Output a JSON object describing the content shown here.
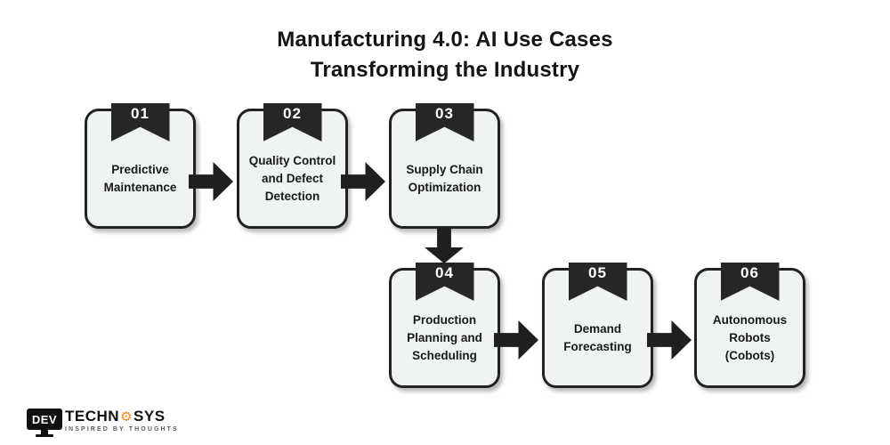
{
  "title": {
    "line1": "Manufacturing 4.0: AI Use Cases",
    "line2": "Transforming the Industry"
  },
  "steps": [
    {
      "number": "01",
      "label": "Predictive Maintenance"
    },
    {
      "number": "02",
      "label": "Quality Control and Defect Detection"
    },
    {
      "number": "03",
      "label": "Supply Chain Optimization"
    },
    {
      "number": "04",
      "label": "Production Planning and Scheduling"
    },
    {
      "number": "05",
      "label": "Demand Forecasting"
    },
    {
      "number": "06",
      "label": "Autonomous Robots (Cobots)"
    }
  ],
  "flow": {
    "connectors": [
      "1-2 right",
      "2-3 right",
      "3-4 down",
      "4-5 right",
      "5-6 right"
    ]
  },
  "logo": {
    "monitor_text": "DEV",
    "brand_left": "TECHN",
    "gear_glyph": "⚙",
    "brand_right": "SYS",
    "tagline": "INSPIRED BY THOUGHTS"
  },
  "colors": {
    "page_bg": "#ffffff",
    "card_bg": "#eff4f1",
    "ink": "#1f1f1f",
    "ribbon": "#262626",
    "number_text": "#ffffff",
    "logo_orange": "#ef8a1d"
  }
}
